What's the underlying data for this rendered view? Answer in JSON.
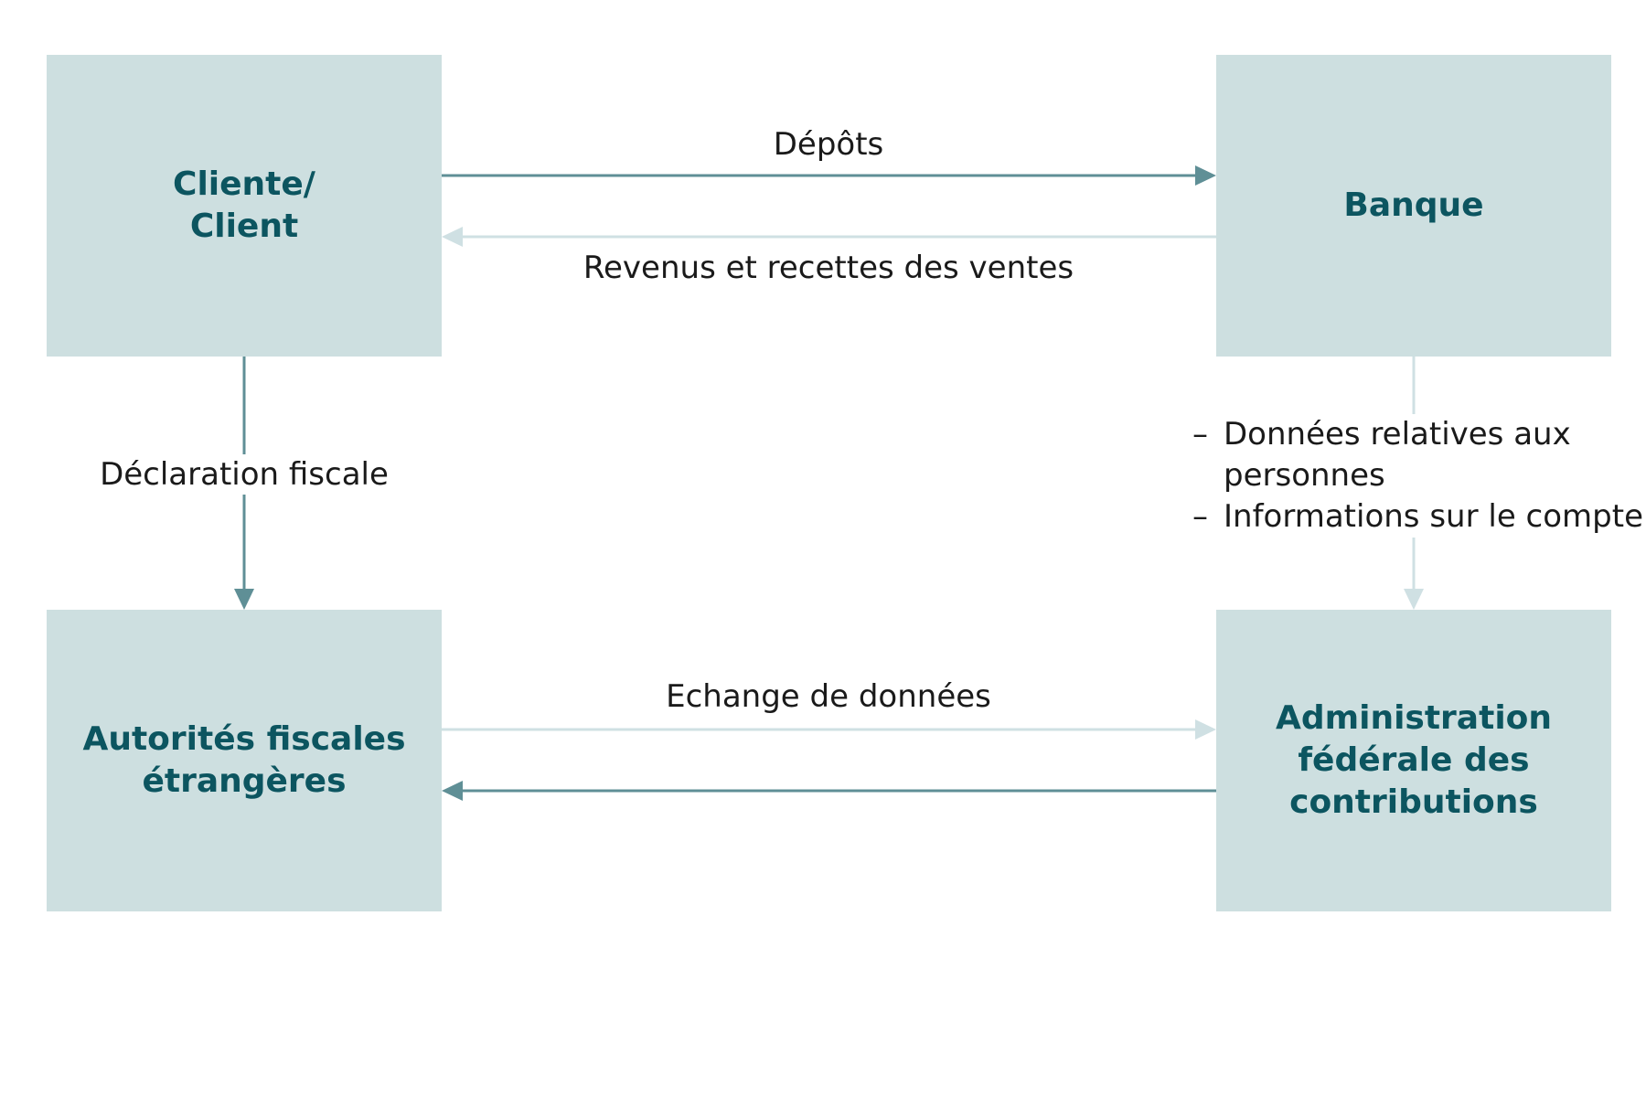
{
  "nodes": {
    "client": {
      "label": "Cliente/\nClient"
    },
    "bank": {
      "label": "Banque"
    },
    "foreign_tax": {
      "label": "Autorités fiscales\nétrangères"
    },
    "federal_admin": {
      "label": "Administration\nfédérale des\ncontributions"
    }
  },
  "edges": {
    "deposits": {
      "label": "Dépôts"
    },
    "revenues": {
      "label": "Revenus et recettes des ventes"
    },
    "tax_declaration": {
      "label": "Déclaration fiscale"
    },
    "data_exchange": {
      "label": "Echange de données"
    },
    "bank_to_admin": {
      "items": [
        {
          "label": "Données relatives aux\npersonnes"
        },
        {
          "label": "Informations sur le compte"
        }
      ]
    }
  },
  "colors": {
    "box_fill": "#cddfe0",
    "box_text": "#0c5560",
    "arrow_dark": "#5f8f96",
    "arrow_light": "#cfe0e3"
  }
}
